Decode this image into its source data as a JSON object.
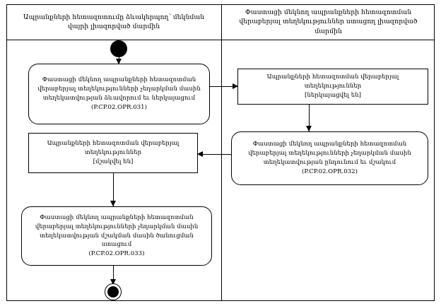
{
  "diagram": {
    "type": "uml-activity-diagram",
    "lanes": [
      {
        "id": "left",
        "title": "Ապրանքների հետազոտումը ձևակերպող՝ մեկնման վայրի լիազորված մարմին"
      },
      {
        "id": "right",
        "title": "Փաստացի մեկնող ապրանքների հետազոտման վերաբերյալ տեղեկություններ ստացող լիազորված մարմին"
      }
    ],
    "nodes": [
      {
        "id": "start",
        "kind": "initial-node",
        "lane": "left"
      },
      {
        "id": "activity-031",
        "kind": "activity",
        "lane": "left",
        "text": "Փաստացի մեկնող ապրանքների հետազոտման վերաբերյալ տեղեկությունների չեղարկման մասին տեղեկատվության ձևավորում եւ ներկայացում\n(P.CP.02.OPR.031)",
        "code": "P.CP.02.OPR.031"
      },
      {
        "id": "object-received",
        "kind": "object",
        "lane": "right",
        "text": "Ապրանքների հետազոտման վերաբերյալ տեղեկություններ\n[ներկայացվել են]",
        "state": "[ներկայացվել են]"
      },
      {
        "id": "activity-032",
        "kind": "activity",
        "lane": "right",
        "text": "Փաստացի մեկնող ապրանքների հետազոտման վերաբերյալ տեղեկությունների չեղարկման մասին տեղեկատվության ընդունում եւ մշակում\n(P.CP.02.OPR.032)",
        "code": "P.CP.02.OPR.032"
      },
      {
        "id": "object-processed",
        "kind": "object",
        "lane": "left",
        "text": "Ապրանքների հետազոտման վերաբերյալ տեղեկություններ\n[մշակվել են]",
        "state": "[մշակվել են]"
      },
      {
        "id": "activity-033",
        "kind": "activity",
        "lane": "left",
        "text": "Փաստացի մեկնող ապրանքների հետազոտման վերաբերյալ տեղեկությունների չեղարկման մասին տեղեկատվության մշակման մասին ծանուցման ստացում\n(P.CP.02.OPR.033)",
        "code": "P.CP.02.OPR.033"
      },
      {
        "id": "end",
        "kind": "final-node",
        "lane": "left"
      }
    ],
    "edges": [
      {
        "from": "start",
        "to": "activity-031",
        "direction": "down"
      },
      {
        "from": "activity-031",
        "to": "object-received",
        "direction": "right"
      },
      {
        "from": "object-received",
        "to": "activity-032",
        "direction": "down"
      },
      {
        "from": "activity-032",
        "to": "object-processed",
        "direction": "left"
      },
      {
        "from": "object-processed",
        "to": "activity-033",
        "direction": "down"
      },
      {
        "from": "activity-033",
        "to": "end",
        "direction": "down"
      }
    ]
  },
  "colors": {
    "stroke": "#000000",
    "background": "#ffffff",
    "text": "#000000"
  }
}
